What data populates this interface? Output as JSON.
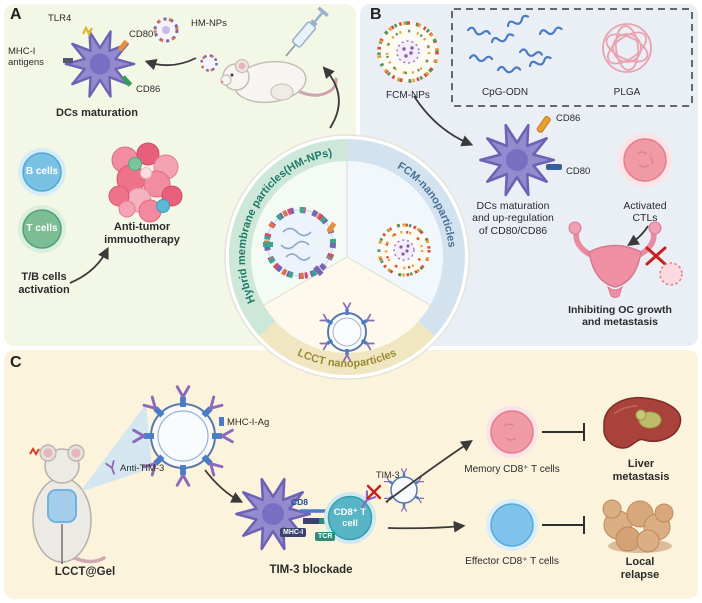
{
  "panelA": {
    "label": "A",
    "tlr4": "TLR4",
    "cd80": "CD80",
    "cd86": "CD86",
    "mhc_line1": "MHC-I",
    "mhc_line2": "antigens",
    "dcs_maturation": "DCs maturation",
    "hmnps": "HM-NPs",
    "b_cells": "B cells",
    "t_cells": "T cells",
    "antitumor_line1": "Anti-tumor",
    "antitumor_line2": "immuotherapy",
    "activation_line1": "T/B cells",
    "activation_line2": "activation"
  },
  "panelB": {
    "label": "B",
    "fcmnps": "FCM-NPs",
    "cpg_odn": "CpG-ODN",
    "plga": "PLGA",
    "cd86": "CD86",
    "cd80": "CD80",
    "dcs_line1": "DCs maturation",
    "dcs_line2": "and up-regulation",
    "dcs_line3": "of CD80/CD86",
    "ctls_line1": "Activated",
    "ctls_line2": "CTLs",
    "inhibit_line1": "Inhibiting OC growth",
    "inhibit_line2": "and metastasis"
  },
  "panelC": {
    "label": "C",
    "mhc_ag": "MHC-I-Ag",
    "anti_tim3": "Anti-TIM-3",
    "lcct_gel": "LCCT@Gel",
    "tim3_blockade": "TIM-3 blockade",
    "cd8": "CD8",
    "mhc_i": "MHC-I",
    "tcr": "TCR",
    "tim3": "TIM-3",
    "cd8_cell_line1": "CD8⁺ T",
    "cd8_cell_line2": "cell",
    "memory": "Memory CD8⁺ T cells",
    "liver_line1": "Liver",
    "liver_line2": "metastasis",
    "effector": "Effector CD8⁺ T cells",
    "local_line1": "Local",
    "local_line2": "relapse"
  },
  "center": {
    "hm": "Hybrid membrane particles(HM-NPs)",
    "fcm": "FCM-nanoparticles",
    "lcct": "LCCT nanoparticles"
  },
  "colors": {
    "hm_text": "#1f7a68",
    "fcm_text": "#4a7196",
    "lcct_text": "#9c8a30",
    "panel_a_bg": "#f3f7e6",
    "panel_b_bg": "#e9eff5",
    "panel_c_bg": "#fbf3dc"
  }
}
